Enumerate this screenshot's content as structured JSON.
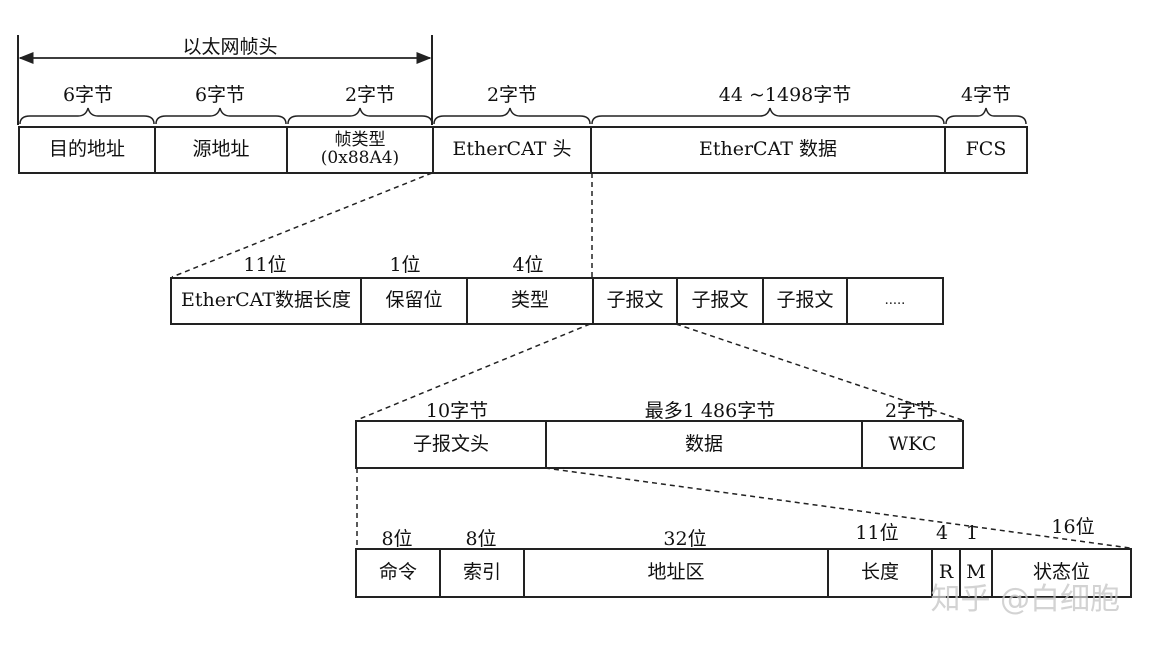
{
  "header": {
    "title": "以太网帧头"
  },
  "row1": {
    "sizes": [
      "6字节",
      "6字节",
      "2字节",
      "2字节",
      "44 ~1498字节",
      "4字节"
    ],
    "fields": [
      "目的地址",
      "源地址",
      "帧类型",
      "(0x88A4)",
      "EtherCAT 头",
      "EtherCAT 数据",
      "FCS"
    ]
  },
  "row2": {
    "sizes": [
      "11位",
      "1位",
      "4位"
    ],
    "fields": [
      "EtherCAT数据长度",
      "保留位",
      "类型",
      "子报文",
      "子报文",
      "子报文",
      "....."
    ]
  },
  "row3": {
    "sizes": [
      "10字节",
      "最多1 486字节",
      "2字节"
    ],
    "fields": [
      "子报文头",
      "数据",
      "WKC"
    ]
  },
  "row4": {
    "sizes": [
      "8位",
      "8位",
      "32位",
      "11位",
      "4",
      "1",
      "16位"
    ],
    "fields": [
      "命令",
      "索引",
      "地址区",
      "长度",
      "R",
      "M",
      "状态位"
    ]
  },
  "watermark": "知乎 @白细胞"
}
